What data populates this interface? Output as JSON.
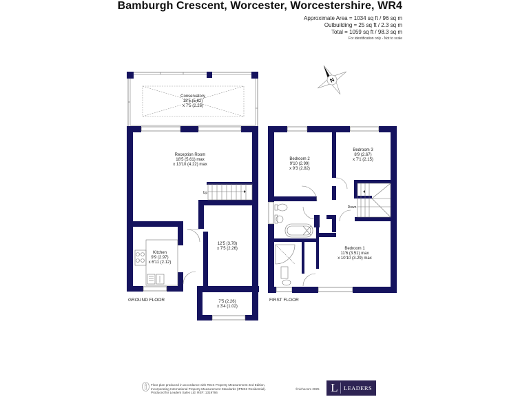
{
  "header": {
    "title": "Bamburgh Crescent, Worcester, Worcestershire, WR4",
    "approx_area": "Approximate Area = 1034 sq ft / 96 sq m",
    "outbuilding": "Outbuilding = 25 sq ft / 2.3 sq m",
    "total": "Total = 1059 sq ft / 98.3 sq m",
    "disclaimer": "For identification only - Not to scale"
  },
  "compass": {
    "label": "N",
    "icon": "north-arrow-compass-icon"
  },
  "ground_floor": {
    "label": "GROUND FLOOR",
    "rooms": [
      {
        "name": "Conservatory",
        "dim1": "18'5 (5.62)",
        "dim2": "x 7'5 (2.26)"
      },
      {
        "name": "Reception Room",
        "dim1": "18'5 (5.61) max",
        "dim2": "x 13'10 (4.22) max"
      },
      {
        "name": "Kitchen",
        "dim1": "9'9 (2.97)",
        "dim2": "x 6'11 (2.12)"
      },
      {
        "name": "",
        "dim1": "12'5 (3.78)",
        "dim2": "x 7'5 (2.26)"
      },
      {
        "name": "",
        "dim1": "7'5  (2.26)",
        "dim2": "x 3'4 (1.02)"
      }
    ],
    "stairs_label": "Up"
  },
  "first_floor": {
    "label": "FIRST FLOOR",
    "rooms": [
      {
        "name": "Bedroom 2",
        "dim1": "9'10 (2.99)",
        "dim2": "x 9'3 (2.82)"
      },
      {
        "name": "Bedroom 3",
        "dim1": "8'9  (2.67)",
        "dim2": "x 7'1 (2.15)"
      },
      {
        "name": "Bedroom 1",
        "dim1": "11'6 (3.51) max",
        "dim2": "x 10'10 (3.29) max"
      }
    ],
    "stairs_label": "Down"
  },
  "footer": {
    "line1": "Floor plan produced in accordance with RICS Property Measurement 2nd Edition,",
    "line2": "Incorporating International Property Measurement Standards (IPMS2 Residential).",
    "line3": "Produced for Leaders Sales Ltd.   REF: 1319766",
    "copyright": "©nichecom 2025",
    "logo_mark": "L",
    "logo_word": "LEADERS"
  },
  "colors": {
    "wall": "#15135e",
    "logo_bg": "#2e2454",
    "fixture_line": "#777777"
  }
}
